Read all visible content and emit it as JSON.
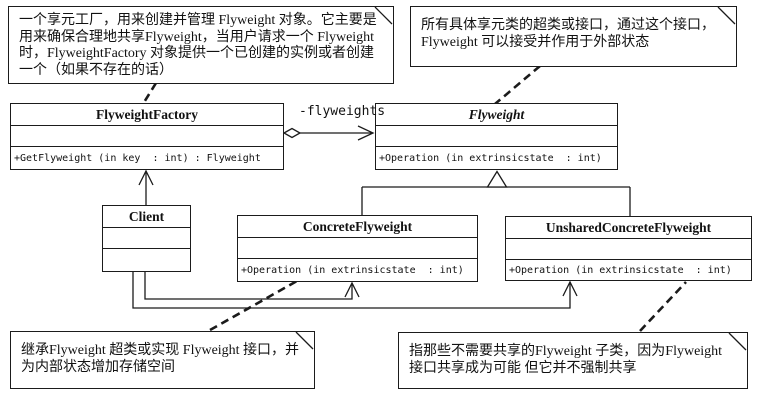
{
  "notes": {
    "factory_note": "一个享元工厂，用来创建并管理 Flyweight 对象。它主要是用来确保合理地共享Flyweight，当用户请求一个 Flyweight 时，FlyweightFactory 对象提供一个已创建的实例或者创建一个（如果不存在的话）",
    "flyweight_note": "所有具体享元类的超类或接口，通过这个接口，Flyweight 可以接受并作用于外部状态",
    "concrete_note": "继承Flyweight 超类或实现 Flyweight 接口，并为内部状态增加存储空间",
    "unshared_note": "指那些不需要共享的Flyweight 子类，因为Flyweight 接口共享成为可能 但它并不强制共享"
  },
  "classes": {
    "flyweight_factory": {
      "name": "FlyweightFactory",
      "operation": "+GetFlyweight (in key  : int) : Flyweight"
    },
    "flyweight": {
      "name": "Flyweight",
      "operation": "+Operation (in extrinsicstate  : int)"
    },
    "client": {
      "name": "Client"
    },
    "concrete_flyweight": {
      "name": "ConcreteFlyweight",
      "operation": "+Operation (in extrinsicstate  : int)"
    },
    "unshared_concrete_flyweight": {
      "name": "UnsharedConcreteFlyweight",
      "operation": "+Operation (in extrinsicstate  : int)"
    }
  },
  "relations": {
    "aggregation_label": "-flyweights"
  },
  "colors": {
    "line": "#1b1b1b",
    "background": "#ffffff"
  }
}
